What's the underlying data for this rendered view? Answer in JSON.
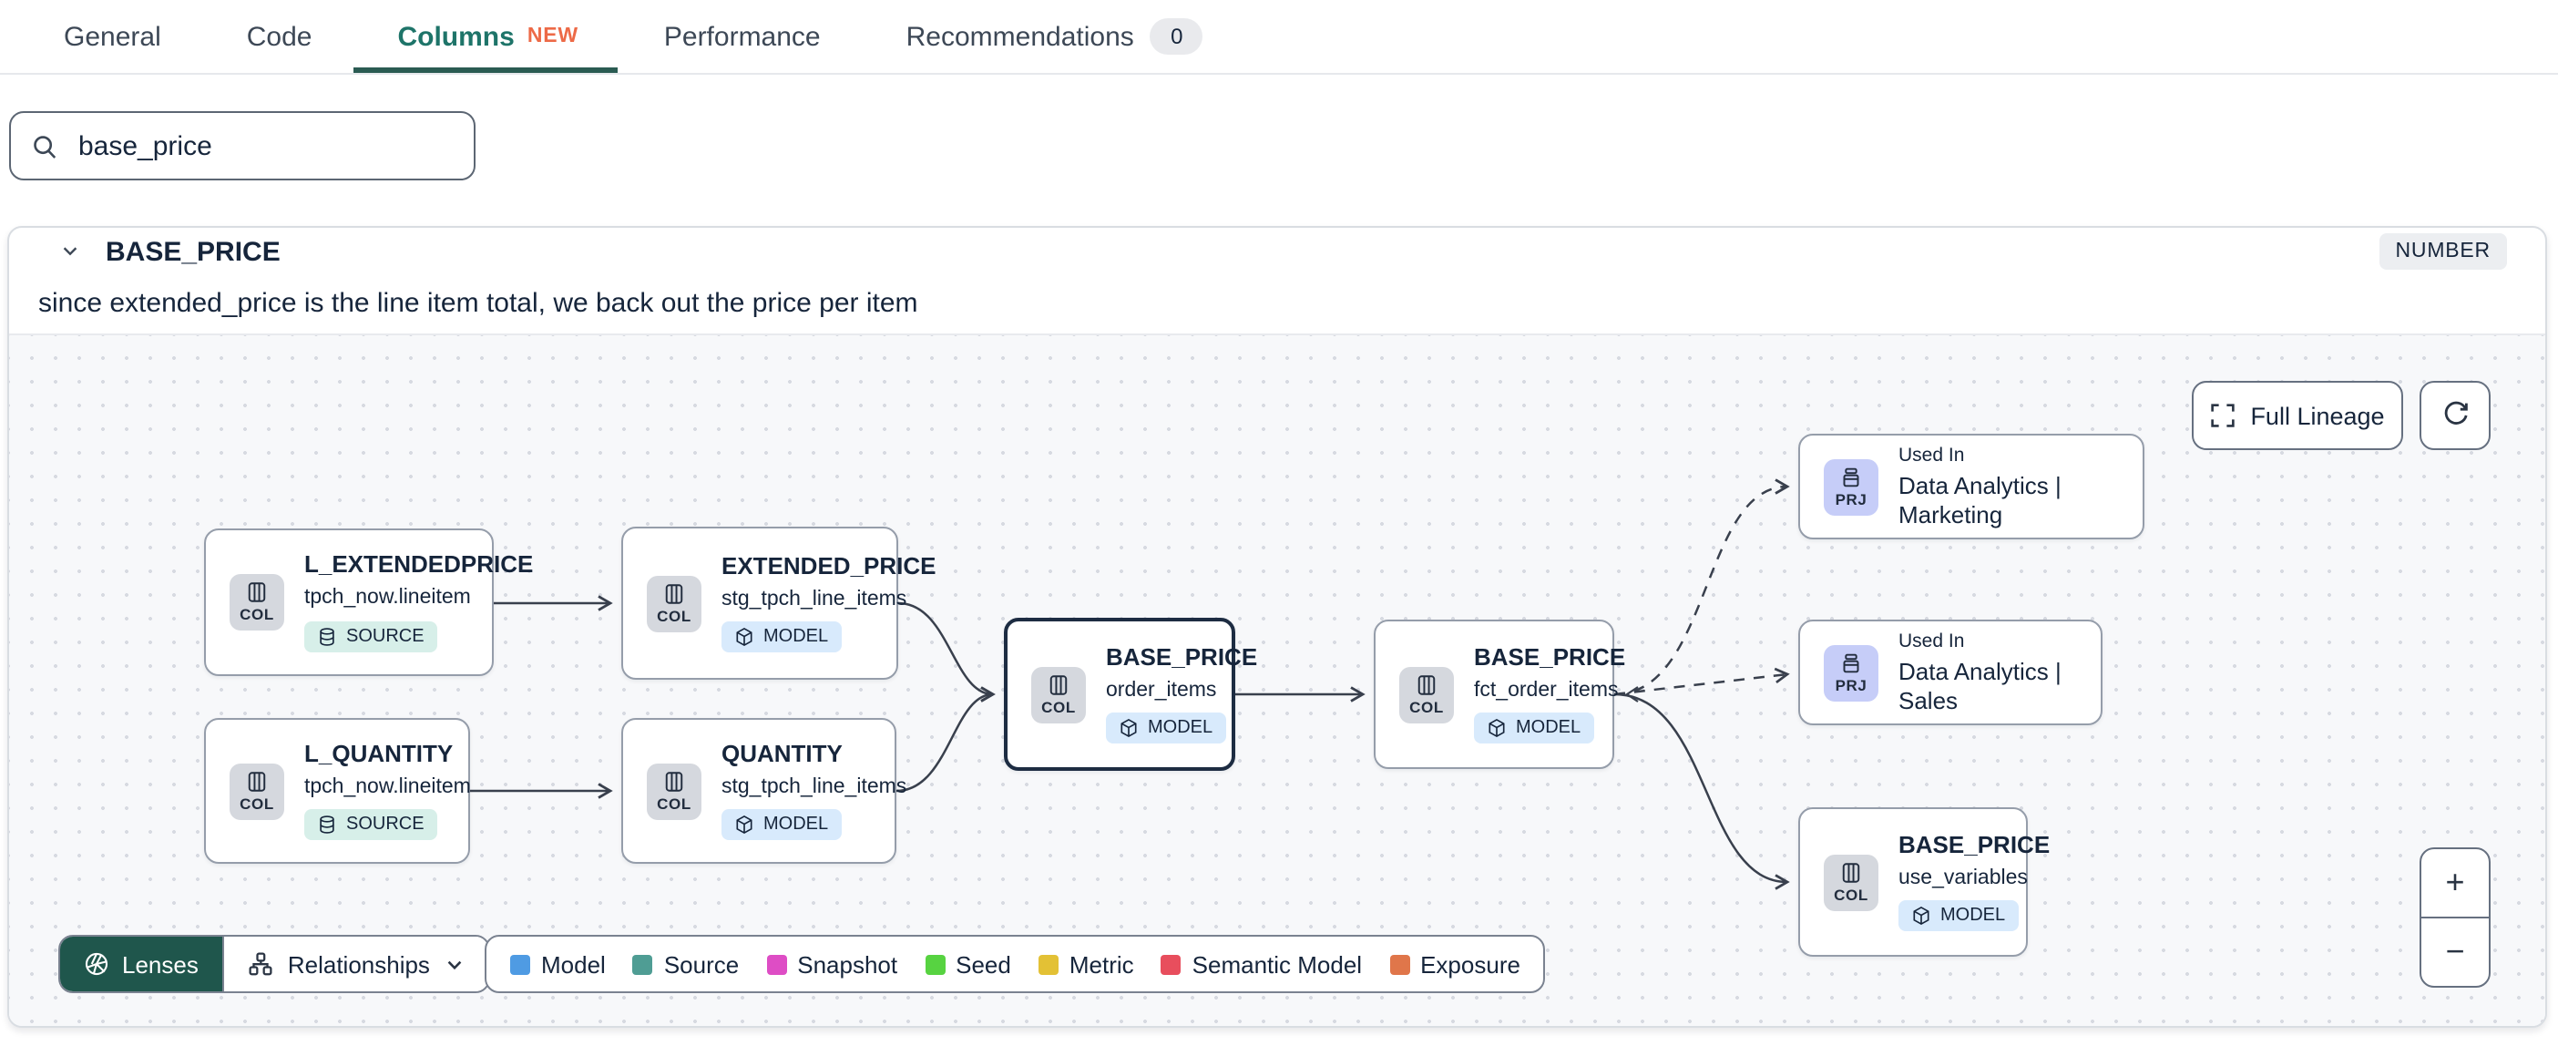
{
  "tabs": [
    {
      "label": "General"
    },
    {
      "label": "Code"
    },
    {
      "label": "Columns",
      "badge": "NEW"
    },
    {
      "label": "Performance"
    },
    {
      "label": "Recommendations",
      "count": "0"
    }
  ],
  "search": {
    "value": "base_price"
  },
  "column": {
    "name": "BASE_PRICE",
    "type": "NUMBER",
    "description": "since extended_price is the line item total, we back out the price per item"
  },
  "canvas": {
    "full_lineage_label": "Full Lineage",
    "zoom_in": "+",
    "zoom_out": "−",
    "toolbar": {
      "lenses": "Lenses",
      "relationships": "Relationships"
    },
    "legend": [
      {
        "label": "Model",
        "color": "#4F9BE3"
      },
      {
        "label": "Source",
        "color": "#4F9D94"
      },
      {
        "label": "Snapshot",
        "color": "#DE4DC5"
      },
      {
        "label": "Seed",
        "color": "#57D341"
      },
      {
        "label": "Metric",
        "color": "#E3C135"
      },
      {
        "label": "Semantic Model",
        "color": "#E84E5D"
      },
      {
        "label": "Exposure",
        "color": "#E0764A"
      }
    ],
    "nodes": [
      {
        "kind": "COL",
        "title": "L_EXTENDEDPRICE",
        "subtitle": "tpch_now.lineitem",
        "badge": "SOURCE"
      },
      {
        "kind": "COL",
        "title": "L_QUANTITY",
        "subtitle": "tpch_now.lineitem",
        "badge": "SOURCE"
      },
      {
        "kind": "COL",
        "title": "EXTENDED_PRICE",
        "subtitle": "stg_tpch_line_items",
        "badge": "MODEL"
      },
      {
        "kind": "COL",
        "title": "QUANTITY",
        "subtitle": "stg_tpch_line_items",
        "badge": "MODEL"
      },
      {
        "kind": "COL",
        "title": "BASE_PRICE",
        "subtitle": "order_items",
        "badge": "MODEL"
      },
      {
        "kind": "COL",
        "title": "BASE_PRICE",
        "subtitle": "fct_order_items",
        "badge": "MODEL"
      },
      {
        "kind": "PRJ",
        "title": "Used In",
        "subtitle": "Data Analytics | Marketing"
      },
      {
        "kind": "PRJ",
        "title": "Used In",
        "subtitle": "Data Analytics | Sales"
      },
      {
        "kind": "COL",
        "title": "BASE_PRICE",
        "subtitle": "use_variables",
        "badge": "MODEL"
      }
    ]
  }
}
